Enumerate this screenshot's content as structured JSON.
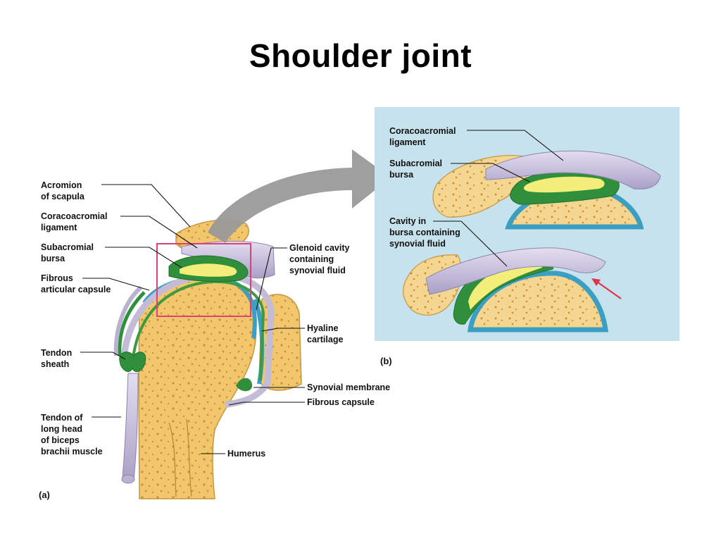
{
  "slide": {
    "title": "Shoulder joint"
  },
  "panel_a": {
    "panel_label": "(a)",
    "labels": {
      "acromion": [
        "Acromion",
        "of scapula"
      ],
      "coracoacromial": [
        "Coracoacromial",
        "ligament"
      ],
      "subacromial": [
        "Subacromial",
        "bursa"
      ],
      "fibrous_articular": [
        "Fibrous",
        "articular capsule"
      ],
      "tendon_sheath": [
        "Tendon",
        "sheath"
      ],
      "tendon_long_head": [
        "Tendon of",
        "long head",
        "of biceps",
        "brachii muscle"
      ],
      "glenoid": [
        "Glenoid cavity",
        "containing",
        "synovial fluid"
      ],
      "hyaline": [
        "Hyaline",
        "cartilage"
      ],
      "synovial_membrane": "Synovial membrane",
      "fibrous_capsule": "Fibrous capsule",
      "humerus": "Humerus"
    }
  },
  "panel_b": {
    "panel_label": "(b)",
    "labels": {
      "coracoacromial": [
        "Coracoacromial",
        "ligament"
      ],
      "subacromial": [
        "Subacromial",
        "bursa"
      ],
      "cavity": [
        "Cavity in",
        "bursa containing",
        "synovial fluid"
      ]
    }
  },
  "colors": {
    "bone": "#f2c66a",
    "bone_dark": "#d9a84a",
    "cartilage": "#3a9fc2",
    "bursa_green": "#2f8f3a",
    "fluid_yellow": "#f3ee7a",
    "ligament": "#c9c3da",
    "panel_bg": "#c6e2ec",
    "highlight_box": "#e0407a",
    "arrow_gray": "#9a9a9a",
    "pointer_red": "#e0304a"
  }
}
